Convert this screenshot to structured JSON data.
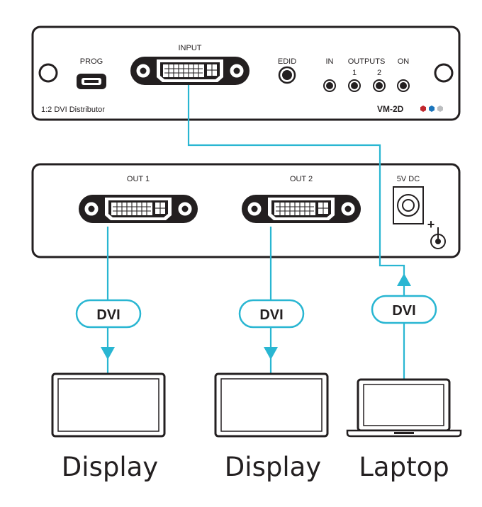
{
  "front_panel": {
    "prog_label": "PROG",
    "input_label": "INPUT",
    "edid_label": "EDID",
    "in_label": "IN",
    "outputs_label": "OUTPUTS",
    "output_1_label": "1",
    "output_2_label": "2",
    "on_label": "ON",
    "product_name": "1:2 DVI Distributor",
    "model": "VM-2D",
    "brand_dot_colors": [
      "#c1272d",
      "#1b75bc",
      "#bcbec0"
    ]
  },
  "rear_panel": {
    "out1_label": "OUT 1",
    "out2_label": "OUT 2",
    "power_label": "5V DC",
    "polarity_symbol": "+"
  },
  "cables": {
    "dvi_1": "DVI",
    "dvi_2": "DVI",
    "dvi_3": "DVI",
    "color": "#29b6d2"
  },
  "devices": {
    "display_1": "Display",
    "display_2": "Display",
    "laptop": "Laptop"
  }
}
